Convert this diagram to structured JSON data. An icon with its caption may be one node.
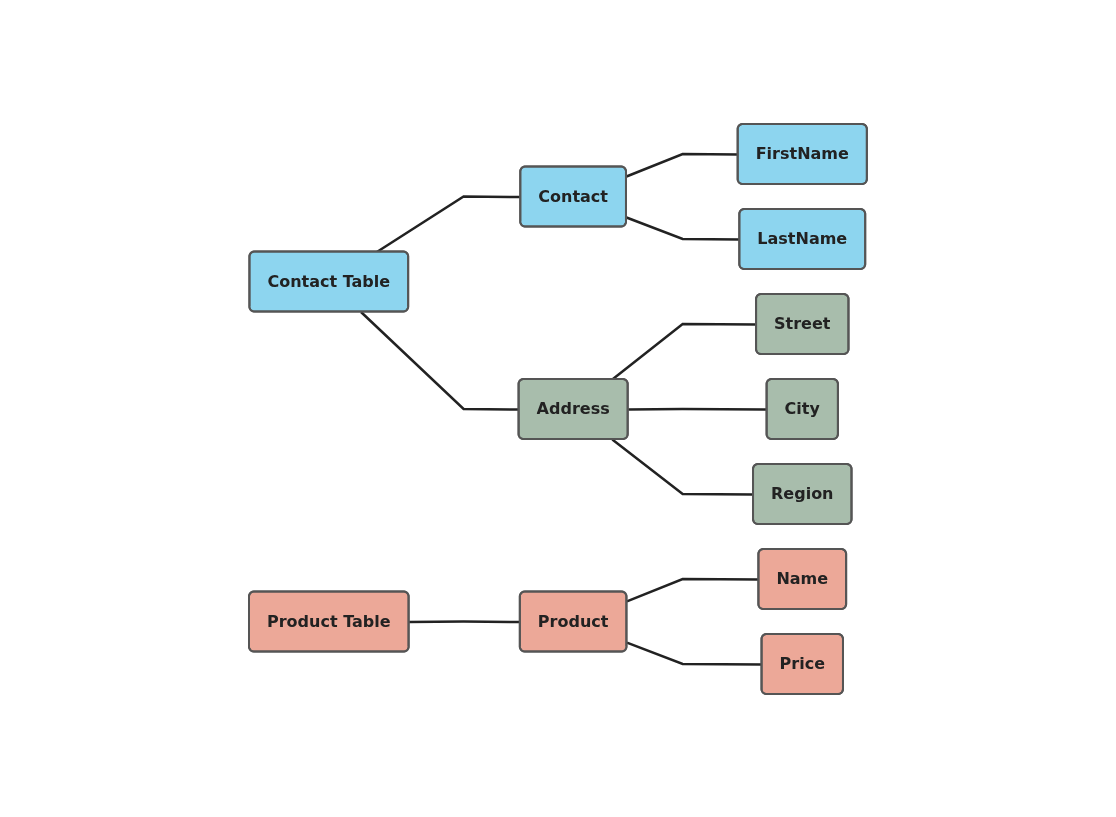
{
  "diagram": {
    "nodes": [
      {
        "text": [
          "Contact Table"
        ]
      },
      {
        "text": [
          "Contact"
        ]
      },
      {
        "text": [
          "FirstName"
        ]
      },
      {
        "text": [
          "LastName"
        ]
      },
      {
        "text": [
          "Address"
        ]
      },
      {
        "text": [
          "Street"
        ]
      },
      {
        "text": [
          "City"
        ]
      },
      {
        "text": [
          "Region"
        ]
      },
      {
        "text": [
          "Product Table"
        ]
      },
      {
        "text": [
          "Product"
        ]
      },
      {
        "text": [
          "Name"
        ]
      },
      {
        "text": [
          "Price"
        ]
      }
    ],
    "edges": [
      {
        "from": 0,
        "to": 1,
        "arrow": "none"
      },
      {
        "from": 0,
        "to": 4,
        "arrow": "none"
      },
      {
        "from": 1,
        "to": 2,
        "arrow": "none"
      },
      {
        "from": 1,
        "to": 3,
        "arrow": "none"
      },
      {
        "from": 4,
        "to": 5,
        "arrow": "none"
      },
      {
        "from": 4,
        "to": 6,
        "arrow": "none"
      },
      {
        "from": 4,
        "to": 7,
        "arrow": "none"
      },
      {
        "from": 8,
        "to": 9,
        "arrow": "none"
      },
      {
        "from": 9,
        "to": 10,
        "arrow": "none"
      },
      {
        "from": 9,
        "to": 11,
        "arrow": "none"
      }
    ]
  }
}
